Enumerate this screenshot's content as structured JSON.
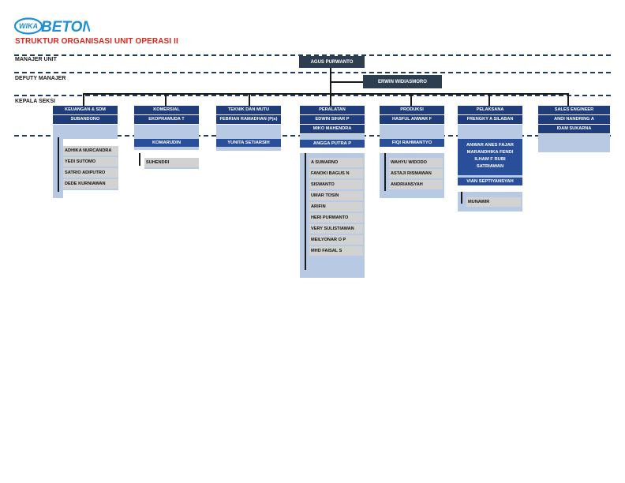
{
  "header": {
    "logo_text": "WIKA BETON",
    "title": "STRUKTUR ORGANISASI UNIT OPERASI II"
  },
  "levels": {
    "manajer_unit": "MANAJER UNIT",
    "deputy_manajer": "DEFUTY MANAJER",
    "kepala_seksi": "KEPALA SEKSI"
  },
  "manager": "AGUS PURWANTO",
  "deputy": "ERWIN WIDIASMORO",
  "columns": [
    {
      "title": "KEUANGAN & SDM",
      "heads": [
        "SUBANDONO"
      ],
      "staff": [
        "ADHIKA NURCANDRA",
        "YEDI SUTOMO",
        "SATRIO ADIPUTRO",
        "DEDE KURNIAWAN"
      ]
    },
    {
      "title": "KOMERSIAL",
      "heads": [
        "EKOPRAMUDA T"
      ],
      "sub_head": "KOMARUDIN",
      "staff": [
        "SUHENDRI"
      ]
    },
    {
      "title": "TEKNIK DAN MUTU",
      "heads": [
        "FEBRIAN RAMADHAN (Pjs)"
      ],
      "sub_head": "YUNITA SETIARSIH",
      "staff": []
    },
    {
      "title": "PERALATAN",
      "heads": [
        "EDWIN SIHAR P",
        "MIKO MAHENDRA"
      ],
      "sub_head": "ANGGA PUTRA P",
      "staff": [
        "A SUMARNO",
        "FANOKI BAGUS N",
        "SISWANTO",
        "UMAR TOSIN",
        "ARIFIN",
        "HERI PURWANTO",
        "VERY SULISTIAWAN",
        "MEILYONAR O P",
        "MHD FAISAL S"
      ]
    },
    {
      "title": "PRODUKSI",
      "heads": [
        "HASFUL ANWAR F"
      ],
      "sub_head": "FIQI RAHMANTYO",
      "staff": [
        "WAHYU WIDODO",
        "ASTAJI RISMAWAN",
        "ANDRIANSYAH"
      ]
    },
    {
      "title": "PELAKSANA",
      "heads": [
        "FRENGKY A SILABAN"
      ],
      "sub_head_multi": "ANWAR ANES FAJAR MARANDHIKA FENDI ILHAM F RUBI SATRIAWAN",
      "sub_head": "VIAN SEPTIYANSYAH",
      "staff": [
        "MUNAWIR"
      ]
    },
    {
      "title": "SALES ENGINEER",
      "heads": [
        "ANDI NANDRING A",
        "IDAM SUKARNA"
      ],
      "staff": []
    }
  ],
  "colors": {
    "title_red": "#e0231b",
    "dark_box": "#2d3e50",
    "header_blue": "#1f3d7a",
    "light_blue": "#b8c9e4",
    "medium_blue": "#2a4f9a",
    "staff_gray": "#d2d2d2"
  }
}
